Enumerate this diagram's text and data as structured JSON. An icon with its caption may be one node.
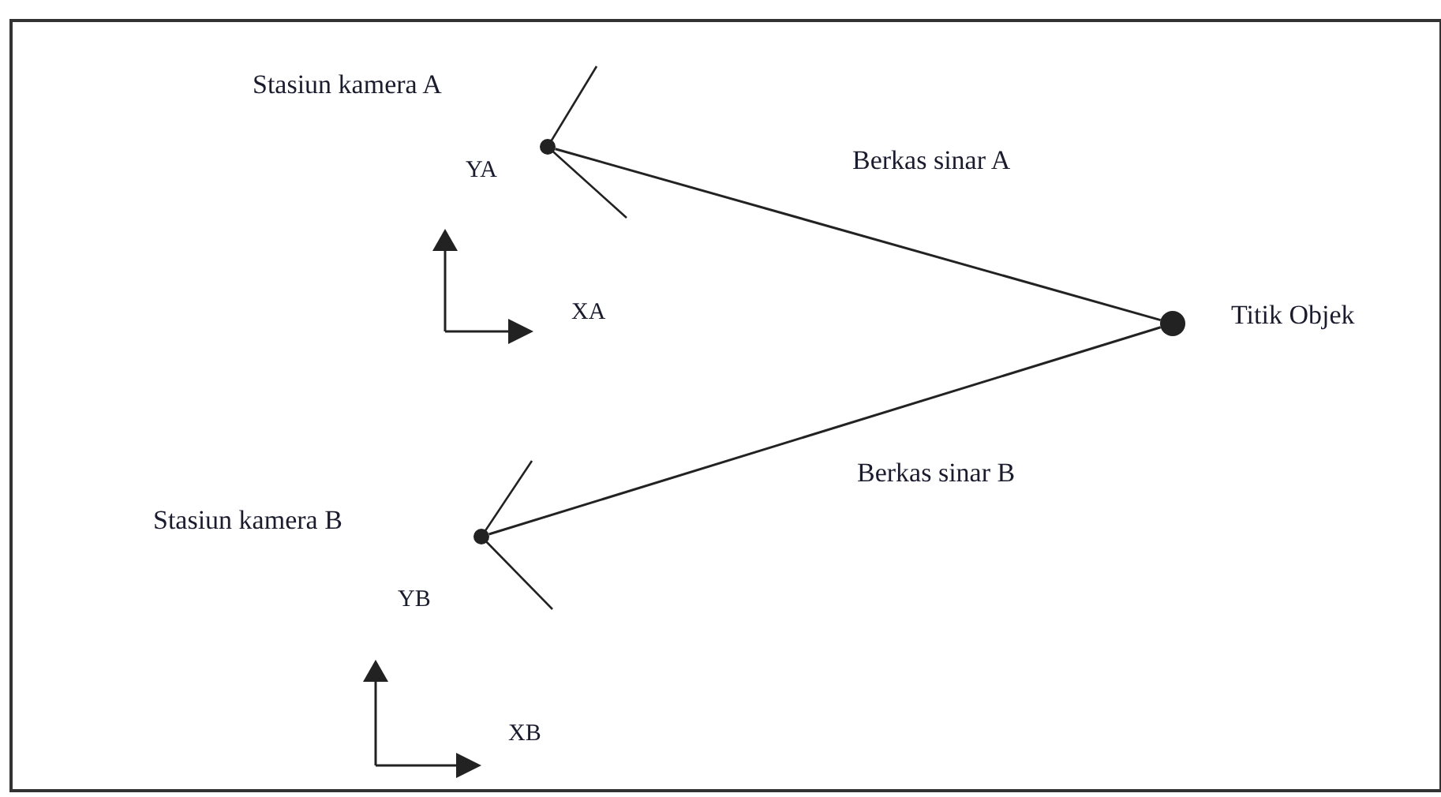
{
  "diagram": {
    "nodes": [
      {
        "text": [],
        "shape": "circle"
      },
      {
        "text": [],
        "shape": "circle",
        "beside": [
          "Titik Objek"
        ]
      },
      {
        "text": [],
        "shape": "circle"
      }
    ],
    "edges": [
      {
        "from": 0,
        "to": 1,
        "arrow": "none",
        "label": "Berkas sinar A"
      },
      {
        "from": 2,
        "to": 1,
        "arrow": "none",
        "label": "Berkas sinar B"
      }
    ],
    "labels": [
      "Stasiun kamera A",
      "YA",
      "XA",
      "Stasiun kamera B",
      "YB",
      "XB"
    ]
  }
}
